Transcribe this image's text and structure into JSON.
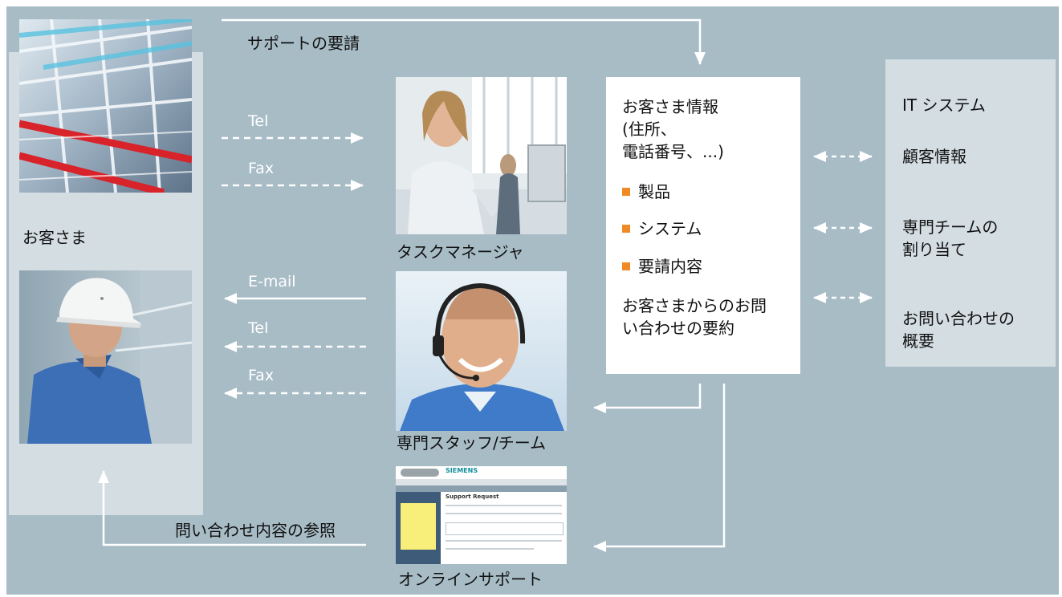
{
  "colors": {
    "background": "#a8bcc6",
    "panel": "#d4dde2",
    "arrow": "#ffffff",
    "bullet": "#f08a24"
  },
  "labels": {
    "support_request": "サポートの要請",
    "tel_in": "Tel",
    "fax_in": "Fax",
    "customer": "お客さま",
    "email_out": "E-mail",
    "tel_out": "Tel",
    "fax_out": "Fax",
    "inquiry_reference": "問い合わせ内容の参照",
    "task_manager": "タスクマネージャ",
    "specialist_staff": "専門スタッフ/チーム",
    "online_support": "オンラインサポート"
  },
  "customer_info": {
    "heading_line1": "お客さま情報",
    "heading_line2": "(住所、",
    "heading_line3": "電話番号、...)",
    "items": [
      "製品",
      "システム",
      "要請内容"
    ],
    "summary_line1": "お客さまからのお問",
    "summary_line2": "い合わせの要約"
  },
  "it_system": {
    "title": "IT システム",
    "item1": "顧客情報",
    "item2_line1": "専門チームの",
    "item2_line2": "割り当て",
    "item3_line1": "お問い合わせの",
    "item3_line2": "概要"
  },
  "online_screen": {
    "brand": "SIEMENS",
    "heading": "Support Request"
  }
}
